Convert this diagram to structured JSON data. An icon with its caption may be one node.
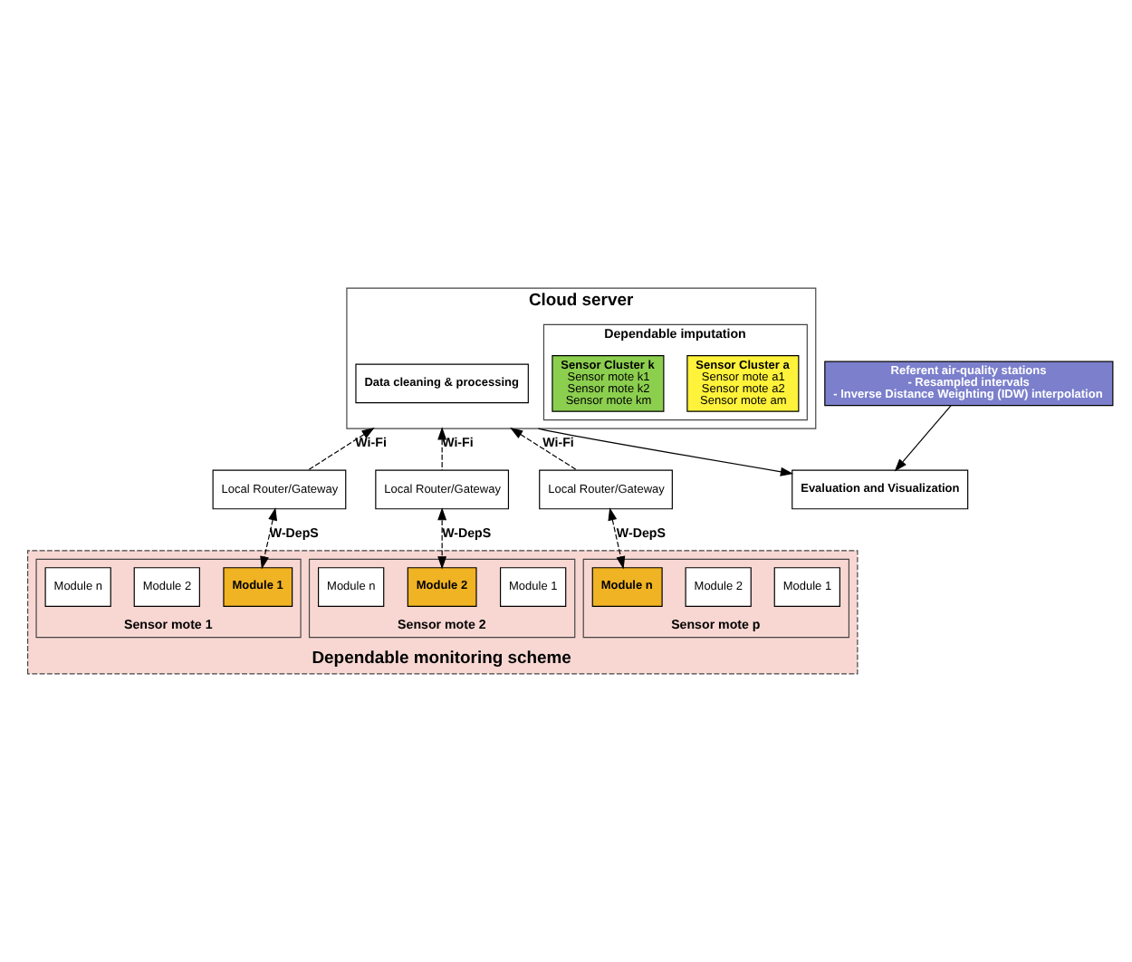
{
  "diagram": {
    "nodes": [
      {
        "text": [
          "Cloud server"
        ]
      },
      {
        "text": [
          "Data cleaning & processing"
        ],
        "in": 0
      },
      {
        "text": [
          "Dependable imputation"
        ],
        "in": 0
      },
      {
        "text": [
          "Sensor Cluster a",
          "Sensor mote a1",
          "Sensor mote a2",
          "Sensor mote am"
        ],
        "in": 2
      },
      {
        "text": [
          "Sensor Cluster k",
          "Sensor mote k1",
          "Sensor mote k2",
          "Sensor mote km"
        ],
        "in": 2
      },
      {
        "text": [
          "Referent air-quality stations",
          "- Resampled intervals",
          "- Inverse Distance Weighting (IDW) interpolation"
        ]
      },
      {
        "text": [
          "Evaluation and Visualization"
        ]
      },
      {
        "text": [
          "Local Router/Gateway"
        ]
      },
      {
        "text": [
          "Local Router/Gateway"
        ]
      },
      {
        "text": [
          "Local Router/Gateway"
        ]
      },
      {
        "text": [
          "Dependable monitoring scheme"
        ]
      },
      {
        "text": [
          "Sensor mote 1"
        ],
        "in": 10
      },
      {
        "text": [
          "Module 1"
        ],
        "in": 11
      },
      {
        "text": [
          "Module 2"
        ],
        "in": 11
      },
      {
        "text": [
          "Module n"
        ],
        "in": 11
      },
      {
        "text": [
          "Sensor mote 2"
        ],
        "in": 10
      },
      {
        "text": [
          "Module 1"
        ],
        "in": 15
      },
      {
        "text": [
          "Module 2"
        ],
        "in": 15
      },
      {
        "text": [
          "Module n"
        ],
        "in": 15
      },
      {
        "text": [
          "Sensor mote p"
        ],
        "in": 10
      },
      {
        "text": [
          "Module 1"
        ],
        "in": 19
      },
      {
        "text": [
          "Module 2"
        ],
        "in": 19
      },
      {
        "text": [
          "Module n"
        ],
        "in": 19
      }
    ],
    "edges": [
      {
        "from": 5,
        "to": 6,
        "arrow": "to"
      },
      {
        "from": 0,
        "to": 6,
        "arrow": "to"
      },
      {
        "from": 7,
        "to": 0,
        "arrow": "to",
        "style": "dashed",
        "label": "Wi-Fi"
      },
      {
        "from": 8,
        "to": 0,
        "arrow": "to",
        "style": "dashed",
        "label": "Wi-Fi"
      },
      {
        "from": 9,
        "to": 0,
        "arrow": "to",
        "style": "dashed",
        "label": "Wi-Fi"
      },
      {
        "from": 7,
        "to": 12,
        "arrow": "both",
        "style": "dashed",
        "label": "W-DepS"
      },
      {
        "from": 8,
        "to": 17,
        "arrow": "both",
        "style": "dashed",
        "label": "W-DepS"
      },
      {
        "from": 9,
        "to": 22,
        "arrow": "both",
        "style": "dashed",
        "label": "W-DepS"
      }
    ]
  }
}
